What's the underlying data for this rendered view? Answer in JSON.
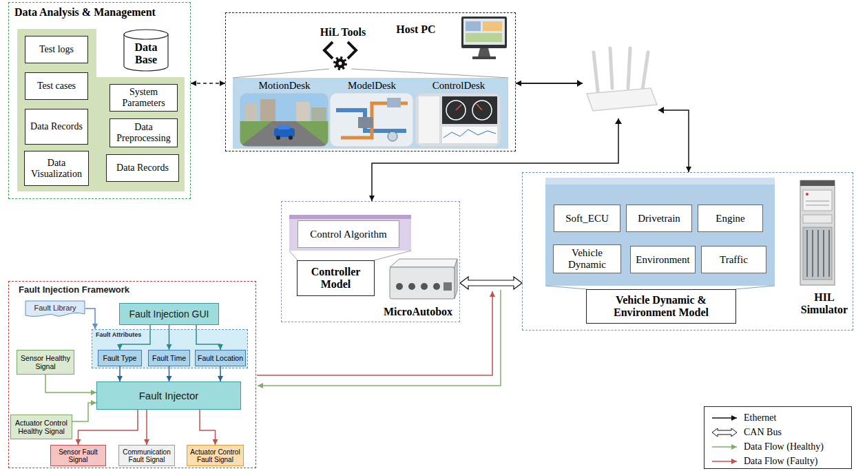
{
  "diagram": {
    "nodes": [
      {
        "text": [
          "Data Analysis & Management"
        ]
      },
      {
        "text": [
          "Test logs"
        ],
        "in": 0
      },
      {
        "text": [
          "Data Base"
        ],
        "in": 0
      },
      {
        "text": [
          "Test cases"
        ],
        "in": 0
      },
      {
        "text": [
          "System Parameters"
        ],
        "in": 0
      },
      {
        "text": [
          "Data Records"
        ],
        "in": 0
      },
      {
        "text": [
          "Data Preprocessing"
        ],
        "in": 0
      },
      {
        "text": [
          "Data Visualization"
        ],
        "in": 0
      },
      {
        "text": [
          "Data Records"
        ],
        "in": 0
      },
      {
        "text": [
          "HiL Tools",
          "Host PC"
        ]
      },
      {
        "text": [
          "MotionDesk"
        ],
        "in": 9
      },
      {
        "text": [
          "ModelDesk"
        ],
        "in": 9
      },
      {
        "text": [
          "ControlDesk"
        ],
        "in": 9
      },
      {
        "text": [
          "MicroAutobox"
        ]
      },
      {
        "text": [
          "Control Algorithm"
        ],
        "in": 13
      },
      {
        "text": [
          "Controller Model"
        ],
        "in": 13
      },
      {
        "text": [
          "HIL Simulator"
        ]
      },
      {
        "text": [
          "Soft_ECU"
        ],
        "in": 16
      },
      {
        "text": [
          "Drivetrain"
        ],
        "in": 16
      },
      {
        "text": [
          "Engine"
        ],
        "in": 16
      },
      {
        "text": [
          "Vehicle Dynamic"
        ],
        "in": 16
      },
      {
        "text": [
          "Environment"
        ],
        "in": 16
      },
      {
        "text": [
          "Traffic"
        ],
        "in": 16
      },
      {
        "text": [
          "Vehicle Dynamic & Environment Model"
        ],
        "in": 16
      },
      {
        "text": [
          "Fault Injection Framework"
        ]
      },
      {
        "text": [
          "Fault Library"
        ],
        "in": 24
      },
      {
        "text": [
          "Fault Injection GUI"
        ],
        "in": 24
      },
      {
        "text": [
          "Fault Attributes"
        ],
        "in": 24
      },
      {
        "text": [
          "Fault Type"
        ],
        "in": 27
      },
      {
        "text": [
          "Fault Time"
        ],
        "in": 27
      },
      {
        "text": [
          "Fault Location"
        ],
        "in": 27
      },
      {
        "text": [
          "Sensor Healthy Signal"
        ],
        "in": 24
      },
      {
        "text": [
          "Actuator Control Healthy Signal"
        ],
        "in": 24
      },
      {
        "text": [
          "Fault Injector"
        ],
        "in": 24
      },
      {
        "text": [
          "Sensor Fault Signal"
        ],
        "in": 24
      },
      {
        "text": [
          "Communication Fault Signal"
        ],
        "in": 24
      },
      {
        "text": [
          "Actuator Control Fault Signal"
        ],
        "in": 24
      }
    ],
    "edges": [
      {
        "from": 0,
        "to": 9,
        "arrow": "both"
      },
      {
        "from": 9,
        "to": 13,
        "arrow": "both"
      },
      {
        "from": 9,
        "to": 16,
        "arrow": "both"
      },
      {
        "from": 13,
        "to": 16,
        "arrow": "both"
      },
      {
        "from": 25,
        "to": 27,
        "arrow": "to"
      },
      {
        "from": 26,
        "to": 28,
        "arrow": "to"
      },
      {
        "from": 26,
        "to": 29,
        "arrow": "to"
      },
      {
        "from": 26,
        "to": 30,
        "arrow": "to"
      },
      {
        "from": 28,
        "to": 33,
        "arrow": "to"
      },
      {
        "from": 29,
        "to": 33,
        "arrow": "to"
      },
      {
        "from": 30,
        "to": 33,
        "arrow": "to"
      },
      {
        "from": 31,
        "to": 33,
        "arrow": "to"
      },
      {
        "from": 32,
        "to": 33,
        "arrow": "to"
      },
      {
        "from": 33,
        "to": 34,
        "arrow": "to"
      },
      {
        "from": 33,
        "to": 35,
        "arrow": "to"
      },
      {
        "from": 33,
        "to": 36,
        "arrow": "to"
      }
    ],
    "legend": [
      {
        "text": "Ethernet"
      },
      {
        "text": "CAN Bus"
      },
      {
        "text": "Data Flow (Healthy)"
      },
      {
        "text": "Data Flow (Faulty)"
      }
    ]
  }
}
